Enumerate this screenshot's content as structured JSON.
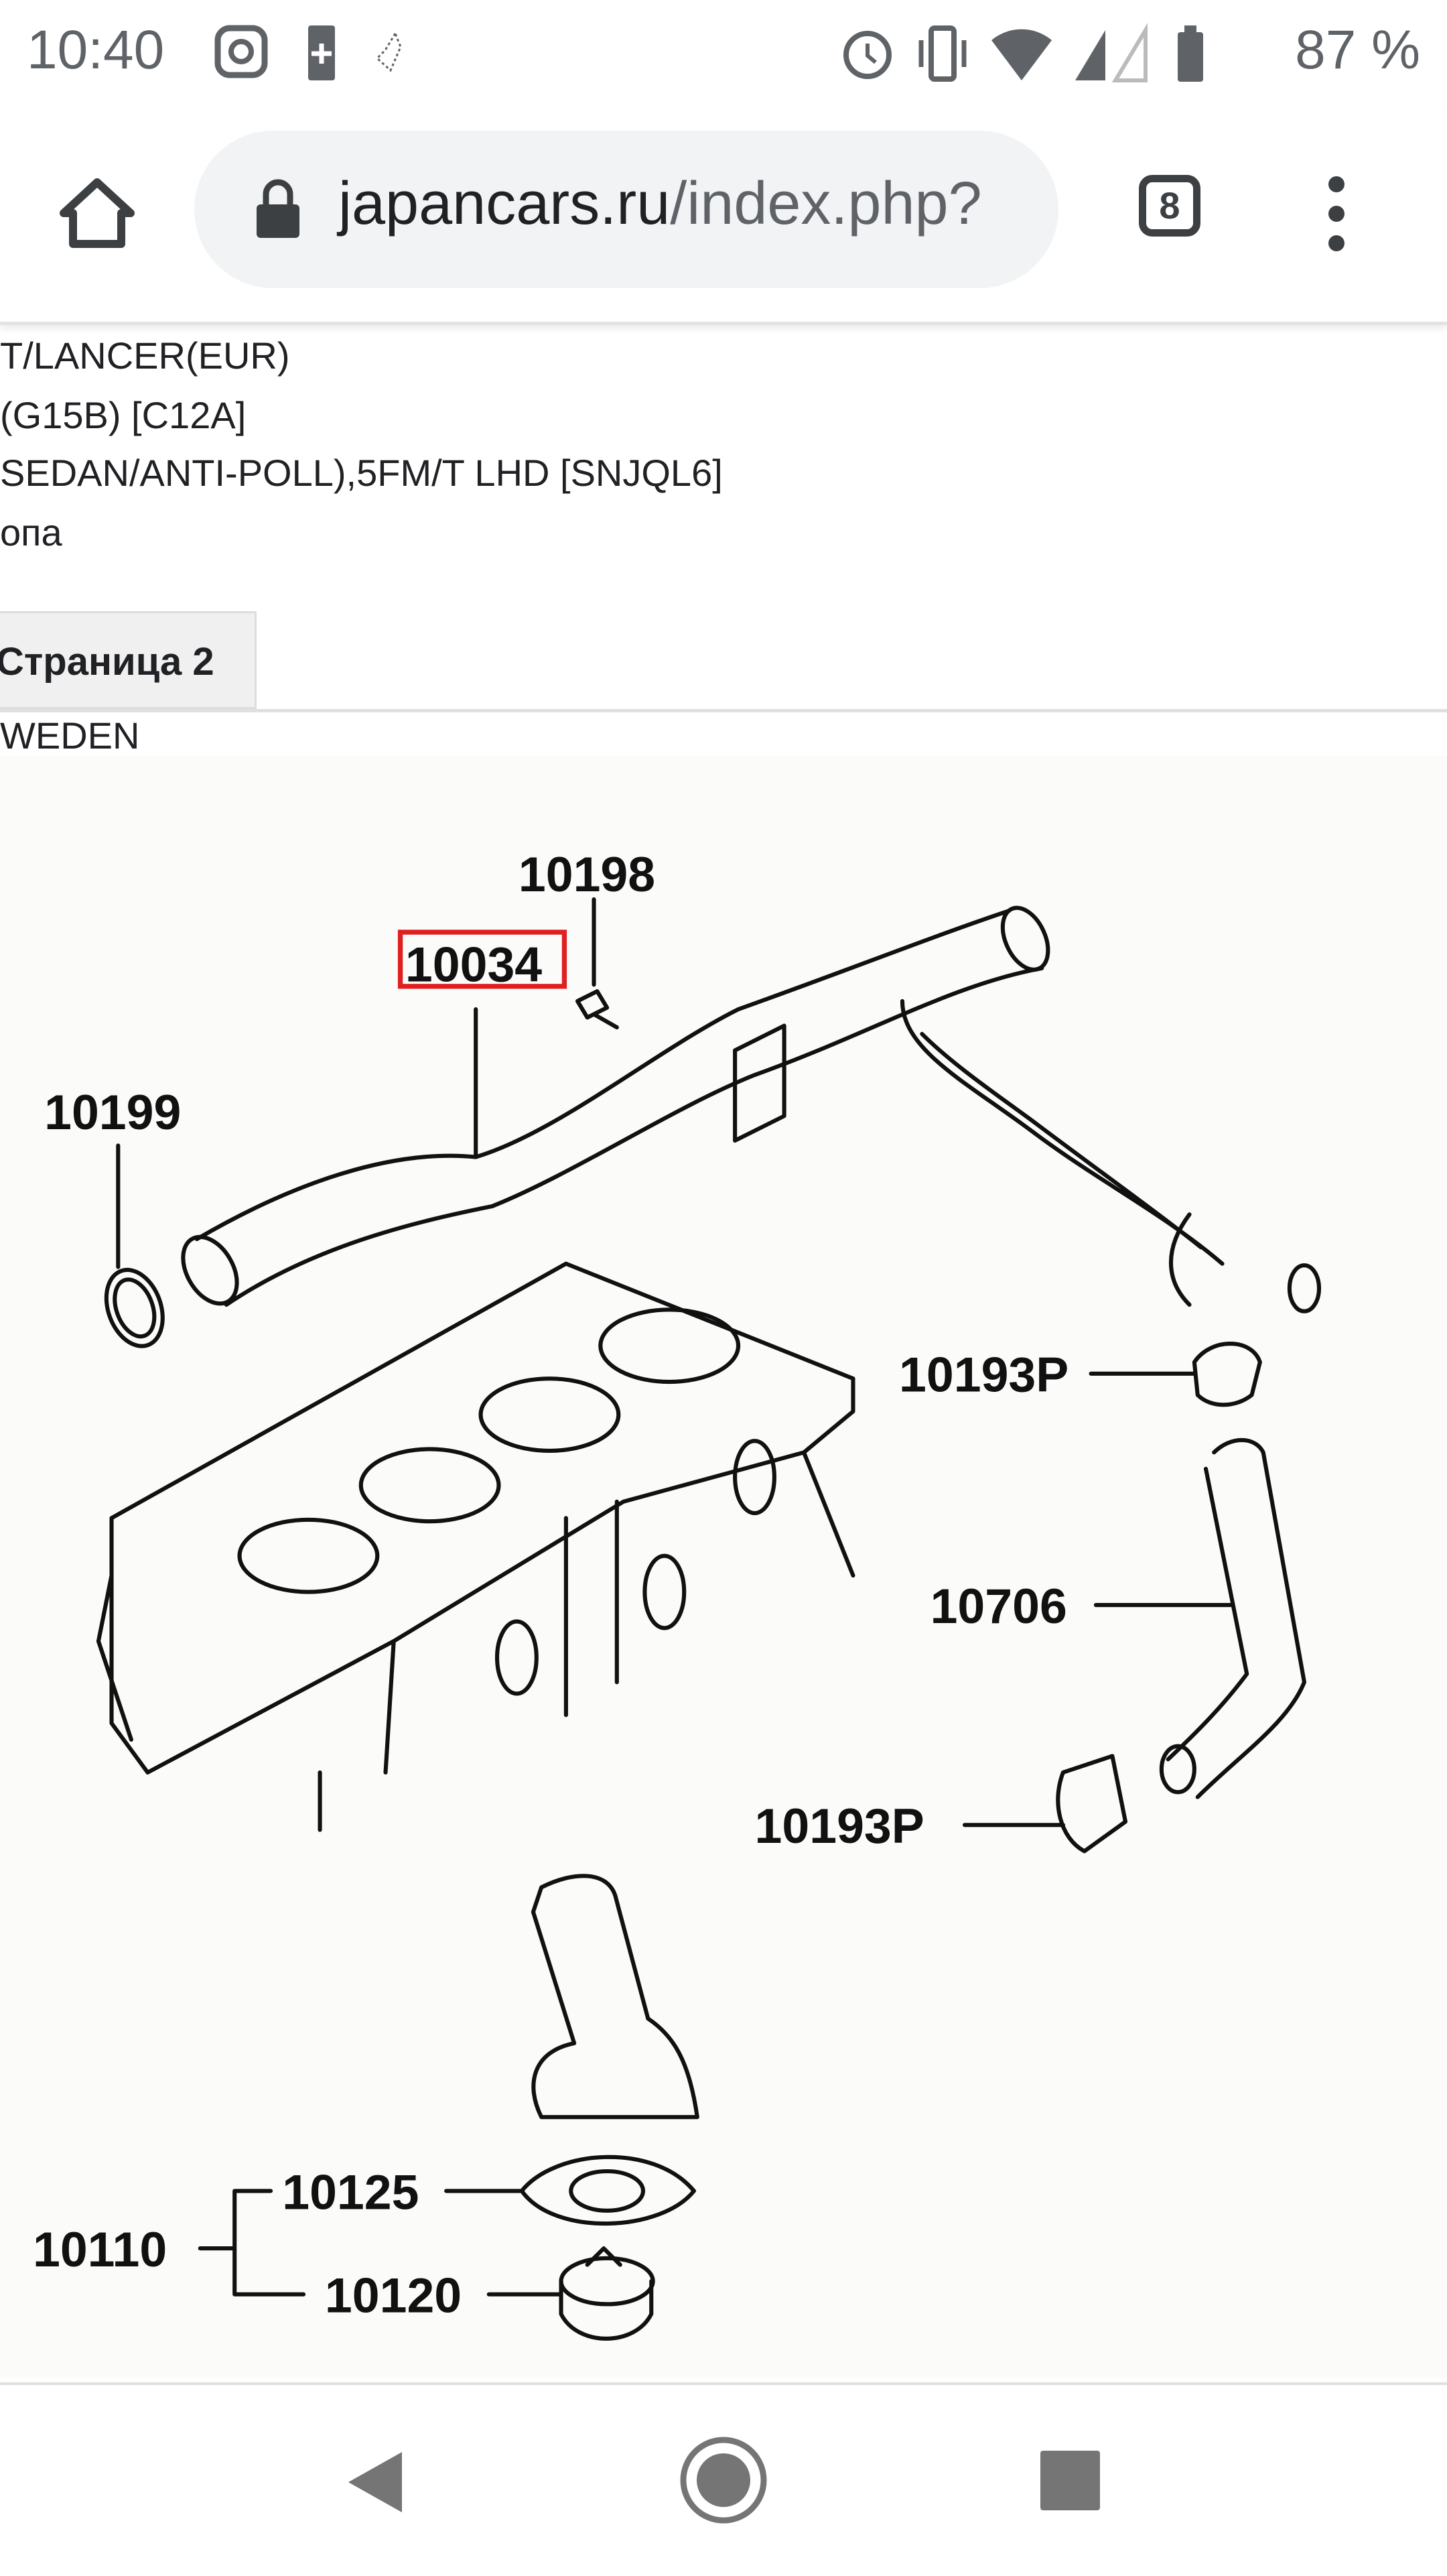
{
  "status_bar": {
    "time": "10:40",
    "battery": "87 %",
    "icons": [
      "instagram-icon",
      "battery-saver-icon",
      "constellation-icon",
      "alarm-icon",
      "vibrate-icon",
      "wifi-icon",
      "signal-icon",
      "signal-empty-icon",
      "battery-icon"
    ]
  },
  "browser": {
    "url_host": "japancars.ru",
    "url_path": "/index.php?",
    "tab_count": "8"
  },
  "page": {
    "lines": [
      "T/LANCER(EUR)",
      "(G15B) [C12A]",
      "SEDAN/ANTI-POLL),5FM/T LHD [SNJQL6]",
      "опа"
    ],
    "tab_label": "Страница 2",
    "region": "WEDEN"
  },
  "diagram": {
    "highlight_color": "#e02020",
    "labels": {
      "p10198": "10198",
      "p10034": "10034",
      "p10199": "10199",
      "p10193a": "10193P",
      "p10706": "10706",
      "p10193b": "10193P",
      "p10125": "10125",
      "p10110": "10110",
      "p10120": "10120"
    }
  }
}
